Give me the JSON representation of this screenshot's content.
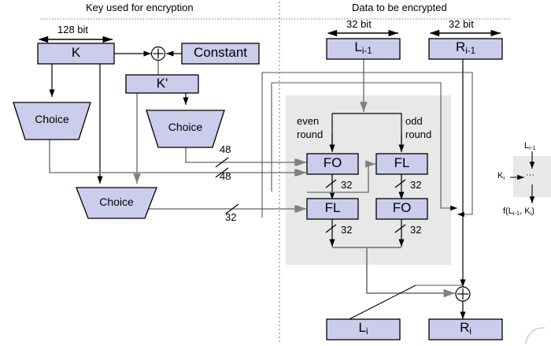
{
  "diagram": {
    "title_left": "Key used for encryption",
    "title_right": "Data to be encrypted",
    "key_side": {
      "width_label": "128 bit",
      "key_box": "K",
      "constant_box": "Constant",
      "kprime_box": "K'",
      "choice_1": "Choice",
      "choice_2": "Choice",
      "choice_3": "Choice",
      "xor_symbol": "⊕",
      "bus_labels": [
        "48",
        "48",
        "32"
      ]
    },
    "data_side": {
      "left_width_label": "32 bit",
      "right_width_label": "32 bit",
      "left_in_box": "L",
      "left_in_sub": "i-1",
      "right_in_box": "R",
      "right_in_sub": "i-1",
      "even_round_label_1": "even",
      "even_round_label_2": "round",
      "odd_round_label_1": "odd",
      "odd_round_label_2": "round",
      "fn_fo_even": "FO",
      "fn_fl_odd": "FL",
      "fn_fl_even": "FL",
      "fn_fo_odd": "FO",
      "bus_32_a": "32",
      "bus_32_b": "32",
      "bus_32_c": "32",
      "bus_32_d": "32",
      "xor_symbol": "⊕",
      "left_out_box": "L",
      "left_out_sub": "i",
      "right_out_box": "R",
      "right_out_sub": "i"
    },
    "legend": {
      "input_label": "L",
      "input_sub": "i-1",
      "key_label": "K",
      "key_sub": "i",
      "body": "···",
      "output_prefix": "f(L",
      "output_sub1": "i-1",
      "output_mid": ", K",
      "output_sub2": "i",
      "output_suffix": ")"
    },
    "colors": {
      "box_fill": "#ccccec",
      "box_stroke": "#000000",
      "region_fill": "#e8e8e8",
      "wire_dark": "#000000",
      "wire_gray": "#808080",
      "divider": "#666666"
    }
  }
}
